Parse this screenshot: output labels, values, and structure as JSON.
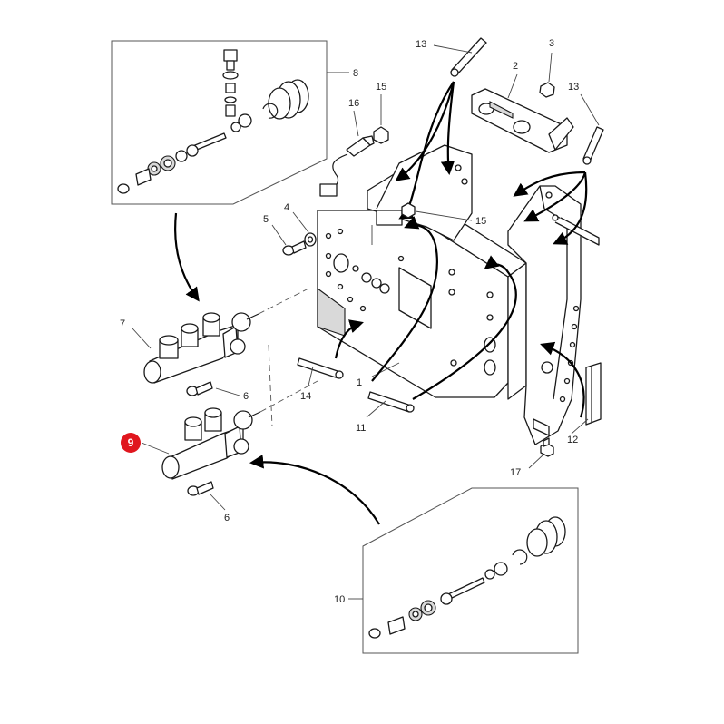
{
  "callouts": {
    "c1": "1",
    "c2": "2",
    "c3": "3",
    "c4": "4",
    "c5": "5",
    "c6a": "6",
    "c6b": "6",
    "c7": "7",
    "c8": "8",
    "c9": "9",
    "c10": "10",
    "c11": "11",
    "c12": "12",
    "c13a": "13",
    "c13b": "13",
    "c14": "14",
    "c15a": "15",
    "c15b": "15",
    "c16": "16",
    "c17": "17"
  },
  "highlight_color": "#e0161e",
  "highlighted_part": "9"
}
